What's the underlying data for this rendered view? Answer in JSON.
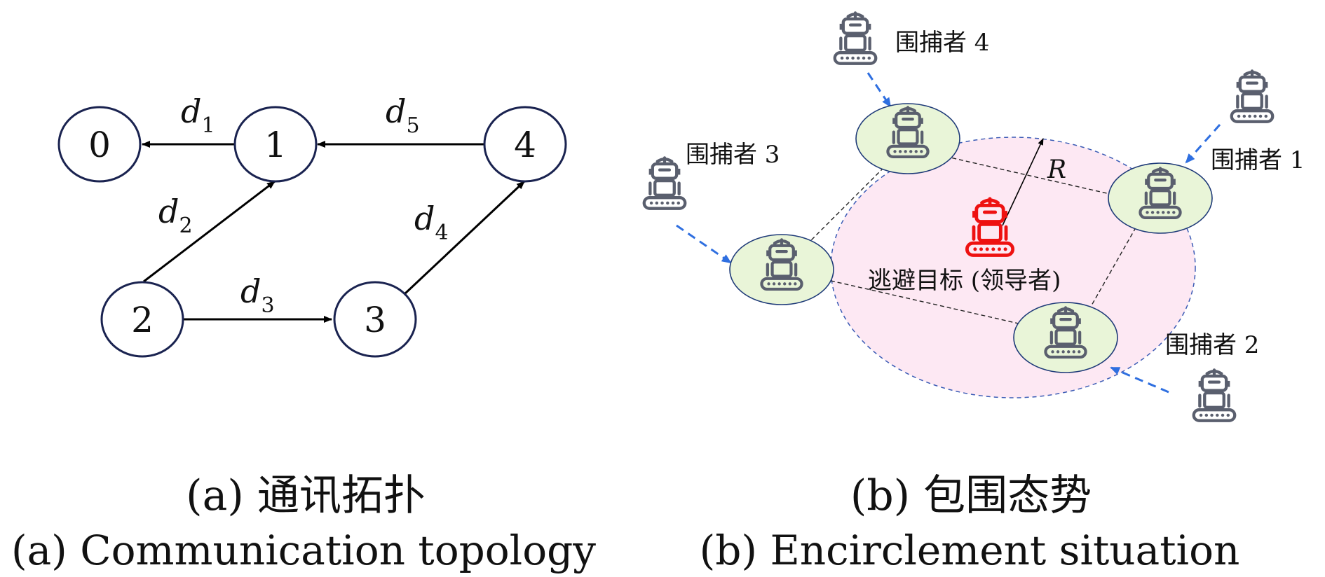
{
  "panel_a": {
    "nodes": [
      {
        "id": "0",
        "label": "0"
      },
      {
        "id": "1",
        "label": "1"
      },
      {
        "id": "2",
        "label": "2"
      },
      {
        "id": "3",
        "label": "3"
      },
      {
        "id": "4",
        "label": "4"
      }
    ],
    "edges": [
      {
        "from": "1",
        "to": "0",
        "label": "d",
        "sub": "1"
      },
      {
        "from": "2",
        "to": "1",
        "label": "d",
        "sub": "2"
      },
      {
        "from": "2",
        "to": "3",
        "label": "d",
        "sub": "3"
      },
      {
        "from": "3",
        "to": "4",
        "label": "d",
        "sub": "4"
      },
      {
        "from": "4",
        "to": "1",
        "label": "d",
        "sub": "5"
      }
    ],
    "caption_cn": "(a) 通讯拓扑",
    "caption_en": "(a) Communication topology"
  },
  "panel_b": {
    "radius_label": "R",
    "target_label": "逃避目标 (领导者)",
    "pursuers": [
      {
        "id": "p1",
        "label": "围捕者 1"
      },
      {
        "id": "p2",
        "label": "围捕者 2"
      },
      {
        "id": "p3",
        "label": "围捕者 3"
      },
      {
        "id": "p4",
        "label": "围捕者 4"
      }
    ],
    "caption_cn": "(b) 包围态势",
    "caption_en": "(b) Encirclement situation"
  },
  "colors": {
    "target_robot": "#ee1111",
    "pursuer_robot": "#5a5f6e",
    "halo_fill": "#e9f5d8",
    "encircle_fill": "#fde8f3",
    "approach_arrow": "#2f6fe0",
    "node_stroke": "#1a2350"
  },
  "icons": {
    "pursuer": "robot-icon",
    "target": "robot-icon"
  }
}
